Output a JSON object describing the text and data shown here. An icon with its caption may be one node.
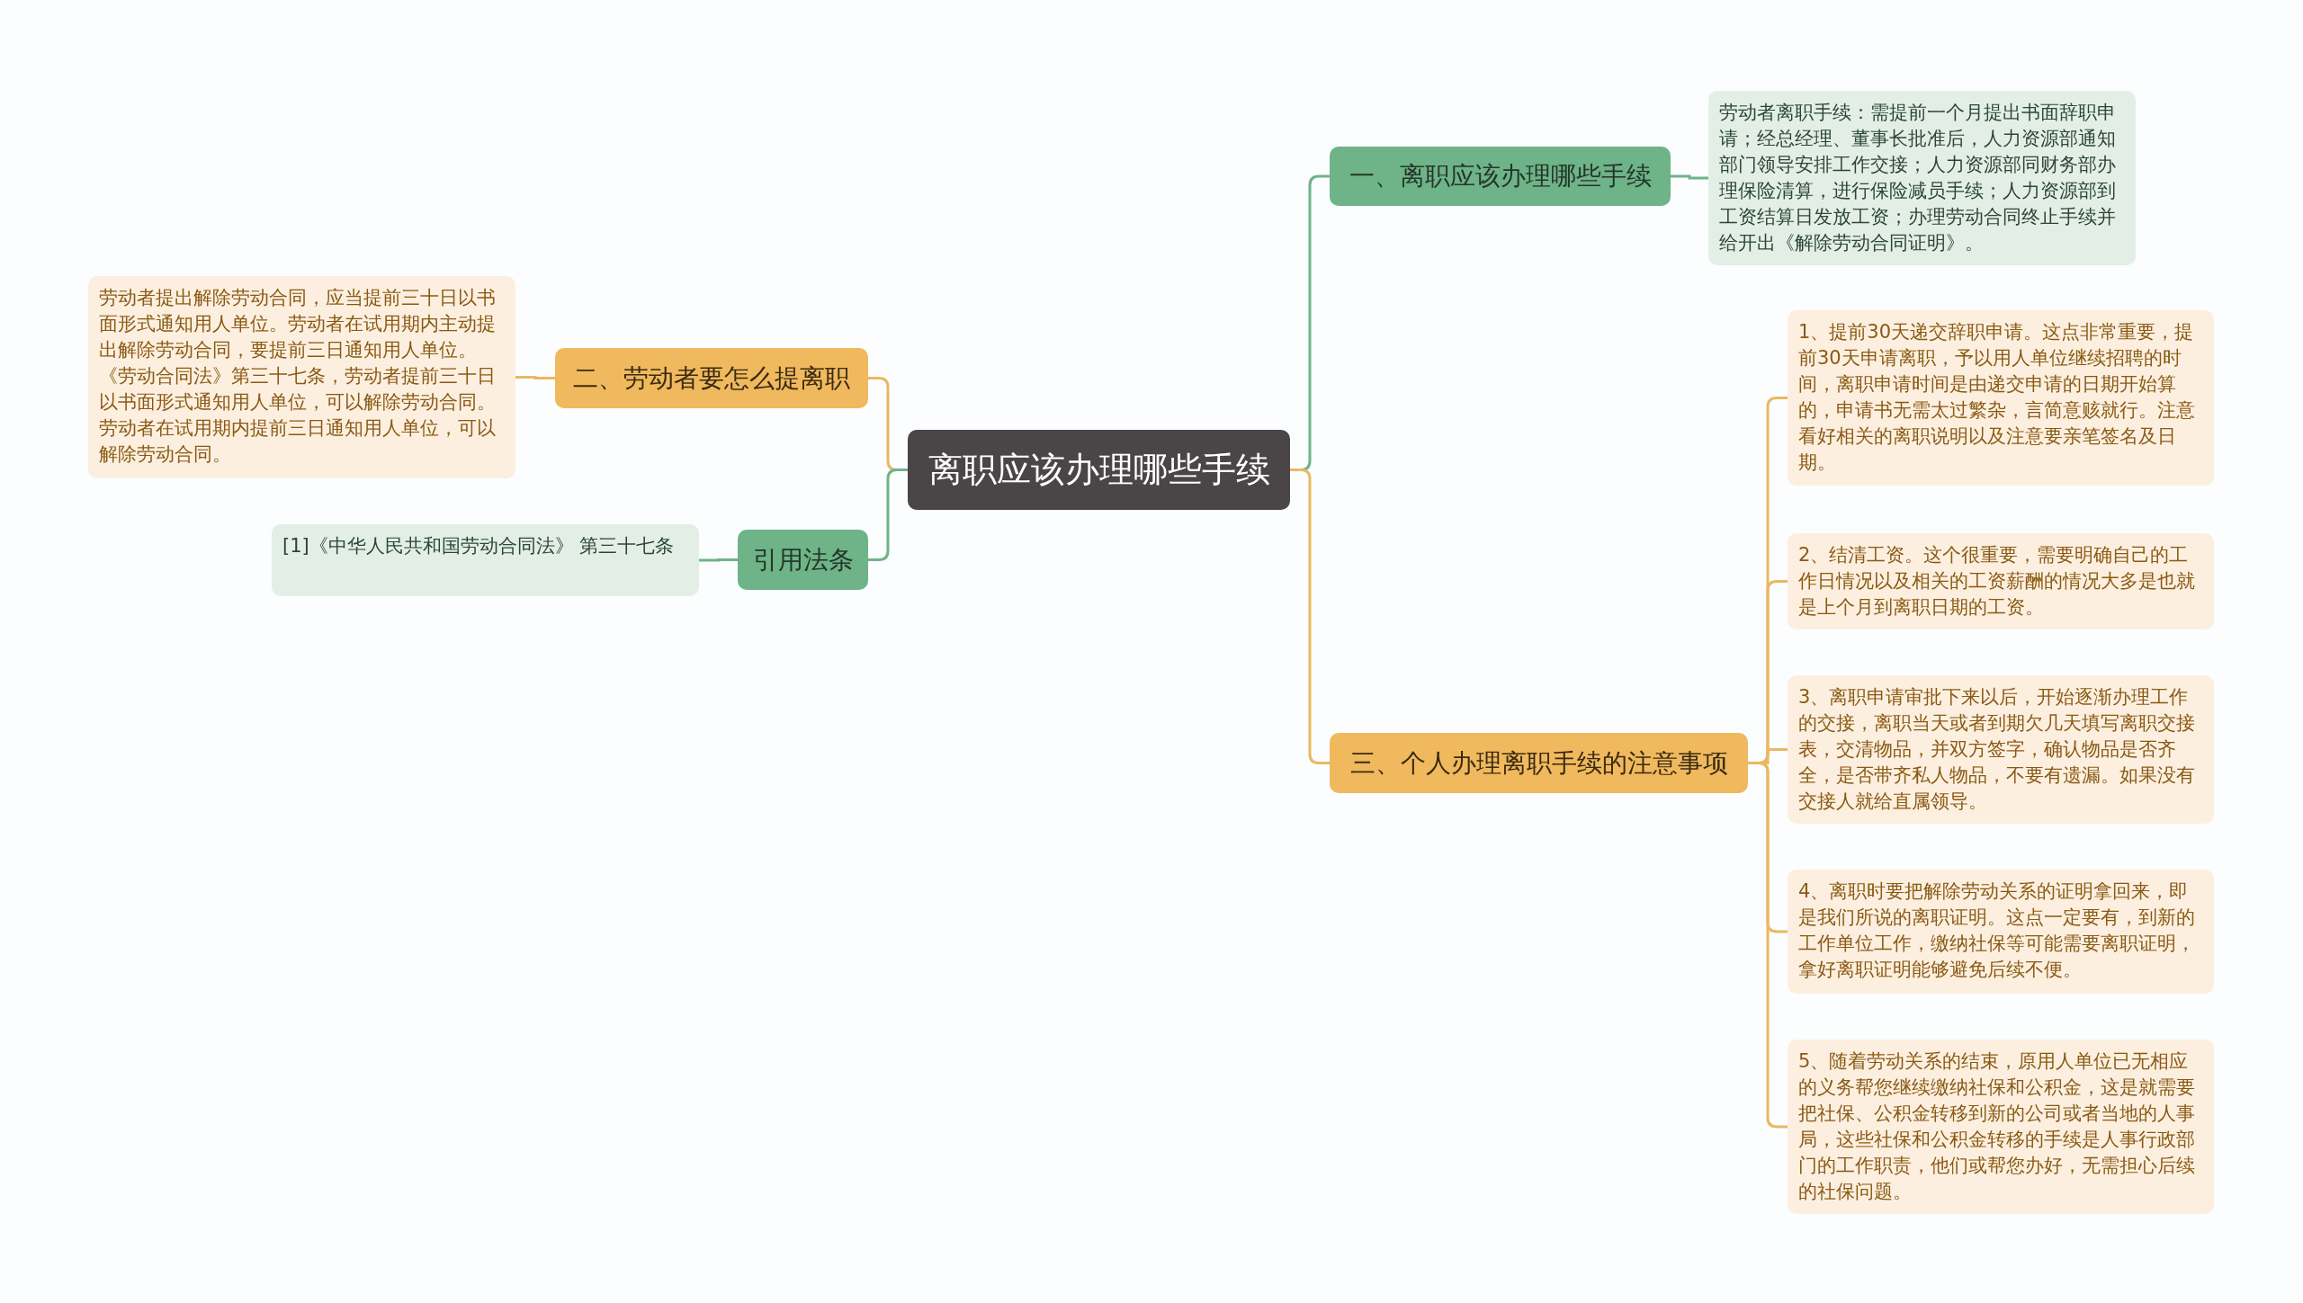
{
  "diagram": {
    "nodes": [
      {
        "text": [
          "离职应该办理哪些手续"
        ]
      },
      {
        "text": [
          "一、离职应该办理哪些手续"
        ]
      },
      {
        "text": [
          "劳动者离职手续：需提前一个月提出书面辞职申请；经总经理、董事长批准后，人力资源部通知部门领导安排工作交接；人力资源部同财务部办理保险清算，进行保险减员手续；人力资源部到工资结算日发放工资；办理劳动合同终止手续并给开出《解除劳动合同证明》。"
        ]
      },
      {
        "text": [
          "三、个人办理离职手续的注意事项"
        ]
      },
      {
        "text": [
          "1、提前30天递交辞职申请。这点非常重要，提前30天申请离职，予以用人单位继续招聘的时间，离职申请时间是由递交申请的日期开始算的，申请书无需太过繁杂，言简意赅就行。注意看好相关的离职说明以及注意要亲笔签名及日期。"
        ]
      },
      {
        "text": [
          "2、结清工资。这个很重要，需要明确自己的工作日情况以及相关的工资薪酬的情况大多是也就是上个月到离职日期的工资。"
        ]
      },
      {
        "text": [
          "3、离职申请审批下来以后，开始逐渐办理工作的交接，离职当天或者到期欠几天填写离职交接表，交清物品，并双方签字，确认物品是否齐全，是否带齐私人物品，不要有遗漏。如果没有交接人就给直属领导。"
        ]
      },
      {
        "text": [
          "4、离职时要把解除劳动关系的证明拿回来，即是我们所说的离职证明。这点一定要有，到新的工作单位工作，缴纳社保等可能需要离职证明，拿好离职证明能够避免后续不便。"
        ]
      },
      {
        "text": [
          "5、随着劳动关系的结束，原用人单位已无相应的义务帮您继续缴纳社保和公积金，这是就需要把社保、公积金转移到新的公司或者当地的人事局，这些社保和公积金转移的手续是人事行政部门的工作职责，他们或帮您办好，无需担心后续的社保问题。"
        ]
      },
      {
        "text": [
          "二、劳动者要怎么提离职"
        ]
      },
      {
        "text": [
          "劳动者提出解除劳动合同，应当提前三十日以书面形式通知用人单位。劳动者在试用期内主动提出解除劳动合同，要提前三日通知用人单位。《劳动合同法》第三十七条，劳动者提前三十日以书面形式通知用人单位，可以解除劳动合同。劳动者在试用期内提前三日通知用人单位，可以解除劳动合同。"
        ]
      },
      {
        "text": [
          "引用法条"
        ]
      },
      {
        "text": [
          "[1]《中华人民共和国劳动合同法》 第三十七条"
        ]
      }
    ],
    "edges": [
      {
        "from": 0,
        "to": 1,
        "arrow": "none",
        "color": "#6fb388"
      },
      {
        "from": 1,
        "to": 2,
        "arrow": "none",
        "color": "#6fb388"
      },
      {
        "from": 0,
        "to": 3,
        "arrow": "none"
      },
      {
        "from": 3,
        "to": 4,
        "arrow": "none"
      },
      {
        "from": 3,
        "to": 5,
        "arrow": "none"
      },
      {
        "from": 3,
        "to": 6,
        "arrow": "none"
      },
      {
        "from": 3,
        "to": 7,
        "arrow": "none"
      },
      {
        "from": 3,
        "to": 8,
        "arrow": "none"
      },
      {
        "from": 0,
        "to": 9,
        "arrow": "none"
      },
      {
        "from": 9,
        "to": 10,
        "arrow": "none"
      },
      {
        "from": 0,
        "to": 11,
        "arrow": "none",
        "color": "#6fb388"
      },
      {
        "from": 11,
        "to": 12,
        "arrow": "none",
        "color": "#6fb388"
      }
    ]
  }
}
